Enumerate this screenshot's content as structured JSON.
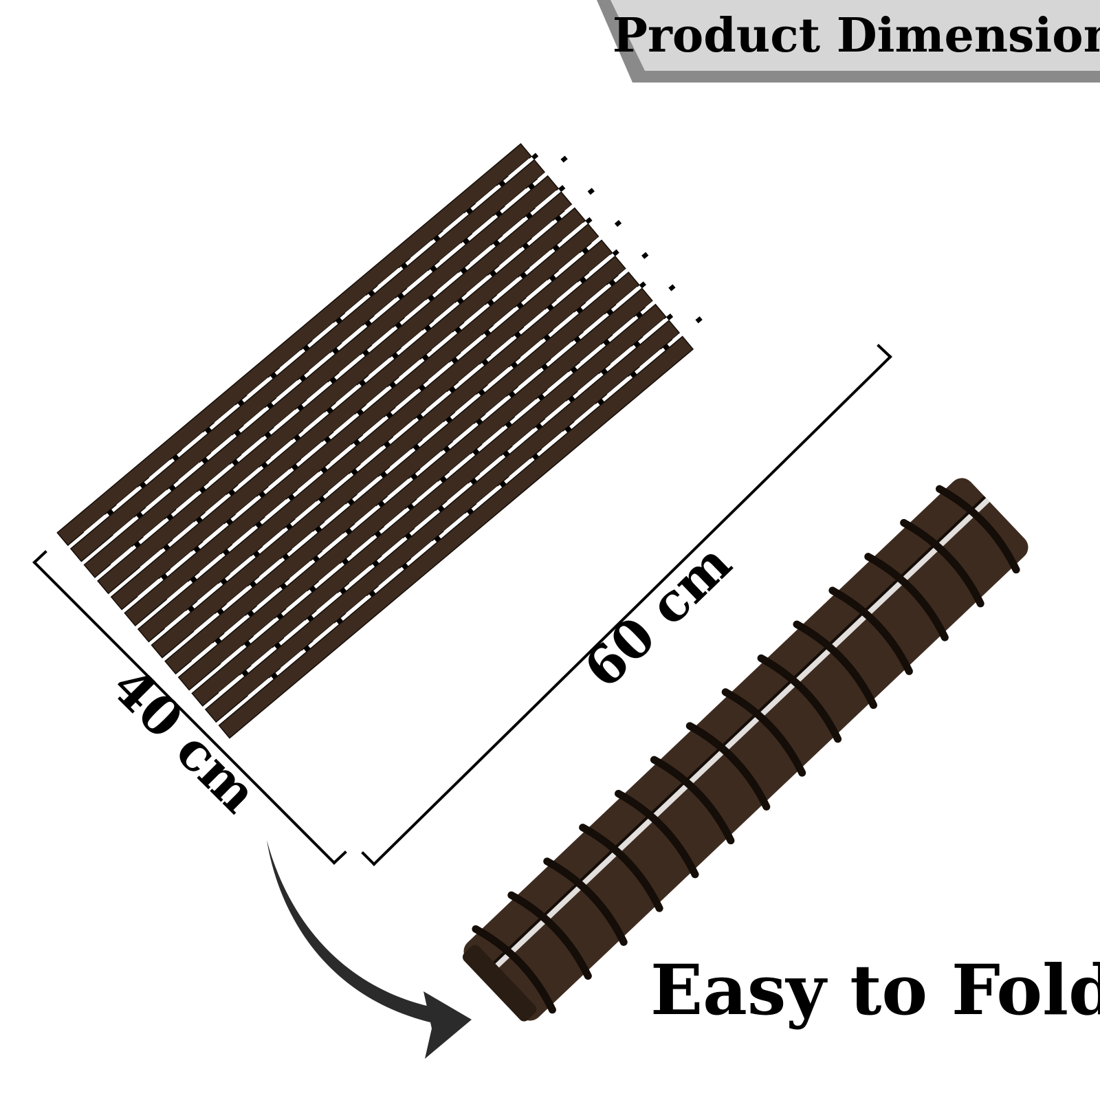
{
  "banner": {
    "title": "Product Dimension"
  },
  "dimensions": {
    "width_label": "40 cm",
    "length_label": "60 cm"
  },
  "fold": {
    "label": "Easy to Fold"
  },
  "colors": {
    "mat": "#3d2b1f",
    "mat_dark": "#140d08",
    "banner_fill": "#d6d6d6",
    "banner_shadow": "#8a8a8a",
    "text": "#000000",
    "arrow": "#2b2b2b"
  }
}
